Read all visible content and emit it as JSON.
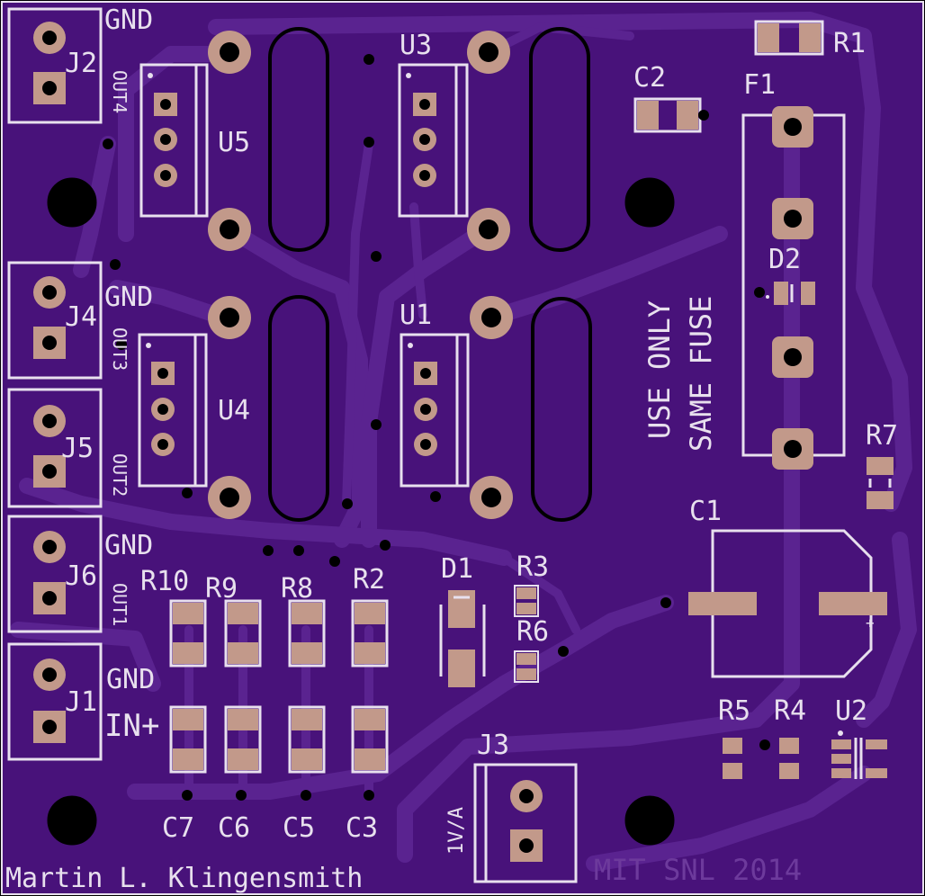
{
  "colors": {
    "board": "#48127a",
    "trace": "#5a2390",
    "silkscreen": "#e8e0ee",
    "pad": "#c2998a",
    "hole": "#000000"
  },
  "labels": {
    "gnd_top": "GND",
    "gnd_j4": "GND",
    "gnd_j6": "GND",
    "gnd_j1": "GND",
    "in_plus": "IN+",
    "out4": "OUT4",
    "out3": "OUT3",
    "out2": "OUT2",
    "out1": "OUT1",
    "j1": "J1",
    "j2": "J2",
    "j3": "J3",
    "j4": "J4",
    "j5": "J5",
    "j6": "J6",
    "u1": "U1",
    "u2": "U2",
    "u3": "U3",
    "u4": "U4",
    "u5": "U5",
    "c1": "C1",
    "c2": "C2",
    "c3": "C3",
    "c5": "C5",
    "c6": "C6",
    "c7": "C7",
    "r1": "R1",
    "r2": "R2",
    "r3": "R3",
    "r4": "R4",
    "r5": "R5",
    "r6": "R6",
    "r7": "R7",
    "r8": "R8",
    "r9": "R9",
    "r10": "R10",
    "d1": "D1",
    "d2": "D2",
    "f1": "F1",
    "fuse_line1": "USE ONLY",
    "fuse_line2": "SAME FUSE",
    "j3_rating": "1V/A",
    "author": "Martin L. Klingensmith",
    "lab": "MIT SNL 2014",
    "plus": "+"
  }
}
